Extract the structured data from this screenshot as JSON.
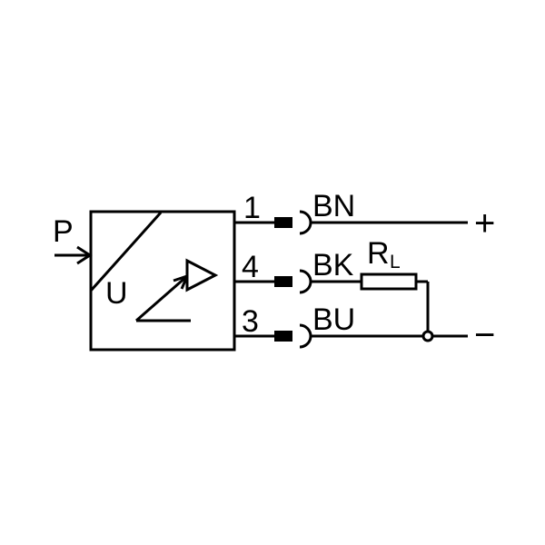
{
  "background": "#ffffff",
  "line_color": "#000000",
  "sensor": {
    "pressure_label": "P",
    "output_label": "U"
  },
  "pins": [
    {
      "number": "1",
      "wire_color_code": "BN",
      "terminal": "+"
    },
    {
      "number": "4",
      "wire_color_code": "BK"
    },
    {
      "number": "3",
      "wire_color_code": "BU",
      "terminal": "−"
    }
  ],
  "load_resistor": {
    "symbol": "R",
    "subscript": "L"
  }
}
